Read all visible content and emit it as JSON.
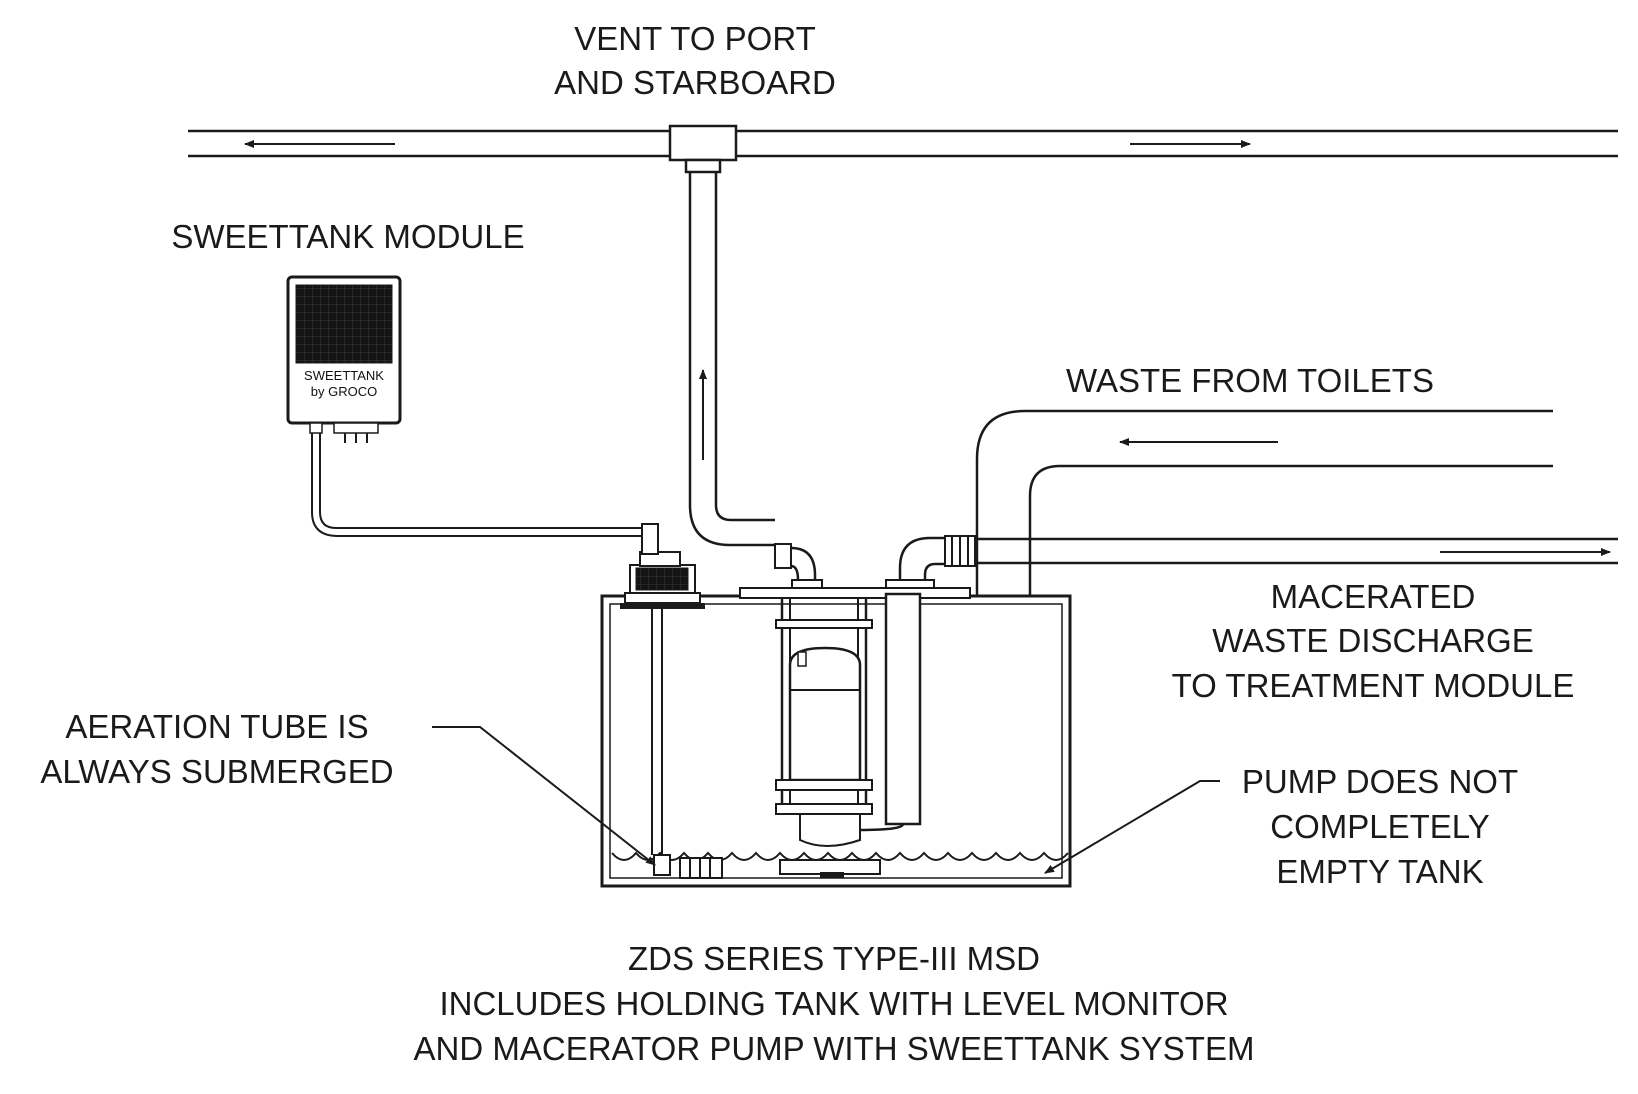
{
  "labels": {
    "vent": [
      "VENT TO PORT",
      "AND STARBOARD"
    ],
    "sweettank_module": "SWEETTANK MODULE",
    "module_face": [
      "SWEETTANK",
      "by GROCO"
    ],
    "waste_from_toilets": "WASTE FROM TOILETS",
    "macerated": [
      "MACERATED",
      "WASTE DISCHARGE",
      "TO TREATMENT MODULE"
    ],
    "aeration": [
      "AERATION TUBE IS",
      "ALWAYS SUBMERGED"
    ],
    "pump": [
      "PUMP DOES NOT",
      "COMPLETELY",
      "EMPTY TANK"
    ],
    "caption": [
      "ZDS SERIES TYPE-III MSD",
      "INCLUDES HOLDING TANK WITH LEVEL MONITOR",
      "AND MACERATOR PUMP WITH SWEETTANK SYSTEM"
    ]
  }
}
